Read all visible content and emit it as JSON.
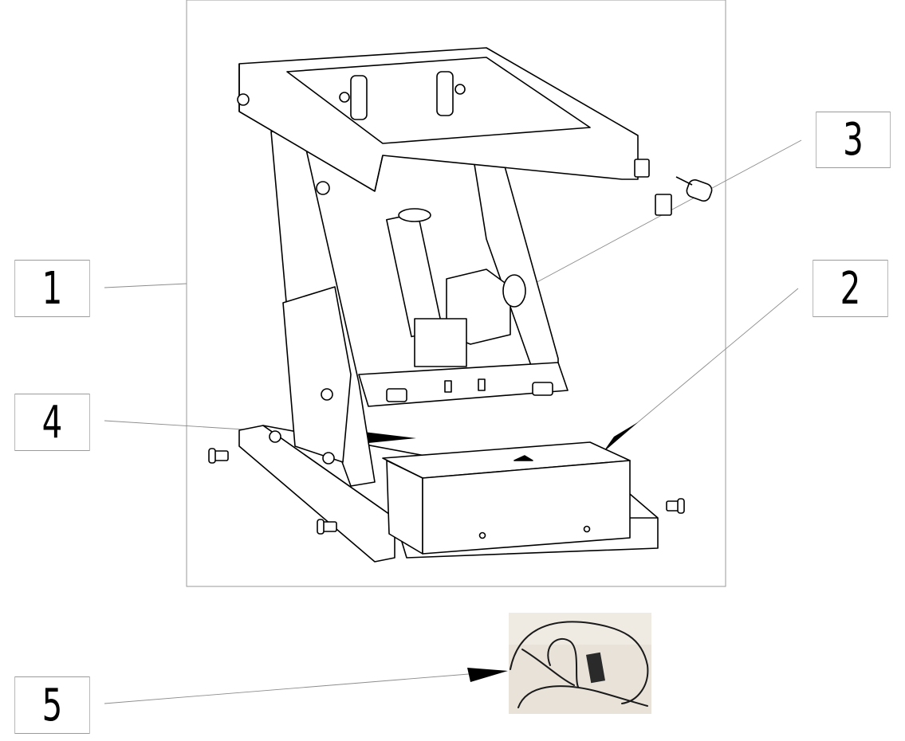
{
  "callouts": [
    {
      "id": "1",
      "label": "1"
    },
    {
      "id": "2",
      "label": "2"
    },
    {
      "id": "3",
      "label": "3"
    },
    {
      "id": "4",
      "label": "4"
    },
    {
      "id": "5",
      "label": "5"
    }
  ],
  "colors": {
    "line": "#000000",
    "leader": "#8c8c8c",
    "frame": "#9a9a9a",
    "photo_bg": "#e8e2d9",
    "cable": "#1a1a1a"
  }
}
